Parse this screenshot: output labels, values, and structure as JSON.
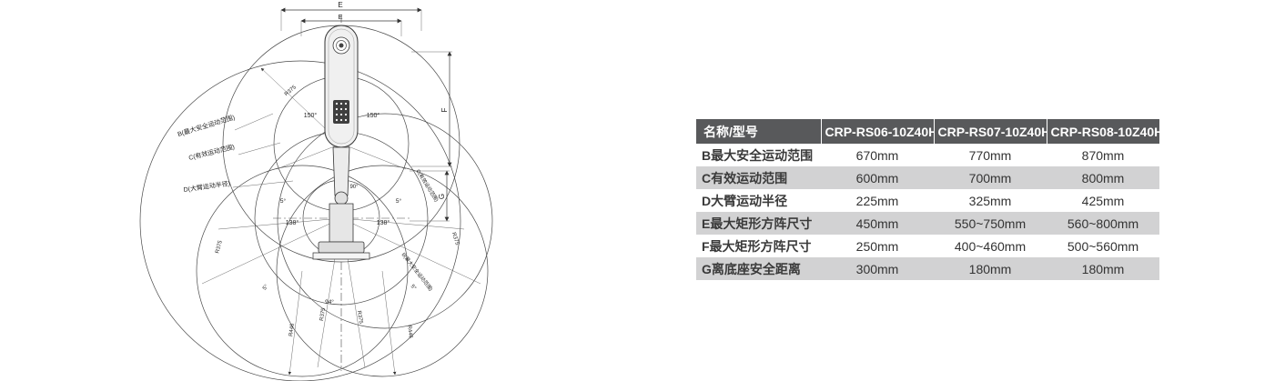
{
  "diagram": {
    "dim_top_outer": "E",
    "dim_top_inner": "E",
    "dim_f": "F",
    "dim_g": "G",
    "label_b": "B(最大安全运动范围)",
    "label_c": "C(有效运动范围)",
    "label_d": "D(大臂运动半径)",
    "angle_150": "150°",
    "angle_138": "138°",
    "angle_5": "5°",
    "angle_94": "94°",
    "angle_90": "90°",
    "r375": "R375",
    "r446": "R446"
  },
  "table": {
    "headers": [
      "名称/型号",
      "CRP-RS06-10Z40H",
      "CRP-RS07-10Z40H",
      "CRP-RS08-10Z40H"
    ],
    "rows": [
      {
        "label": "B最大安全运动范围",
        "values": [
          "670mm",
          "770mm",
          "870mm"
        ]
      },
      {
        "label": "C有效运动范围",
        "values": [
          "600mm",
          "700mm",
          "800mm"
        ]
      },
      {
        "label": "D大臂运动半径",
        "values": [
          "225mm",
          "325mm",
          "425mm"
        ]
      },
      {
        "label": "E最大矩形方阵尺寸",
        "values": [
          "450mm",
          "550~750mm",
          "560~800mm"
        ]
      },
      {
        "label": "F最大矩形方阵尺寸",
        "values": [
          "250mm",
          "400~460mm",
          "500~560mm"
        ]
      },
      {
        "label": "G离底座安全距离",
        "values": [
          "300mm",
          "180mm",
          "180mm"
        ]
      }
    ],
    "colors": {
      "header_bg": "#58595b",
      "row_alt_bg": "#d2d2d3",
      "text": "#333333"
    }
  }
}
